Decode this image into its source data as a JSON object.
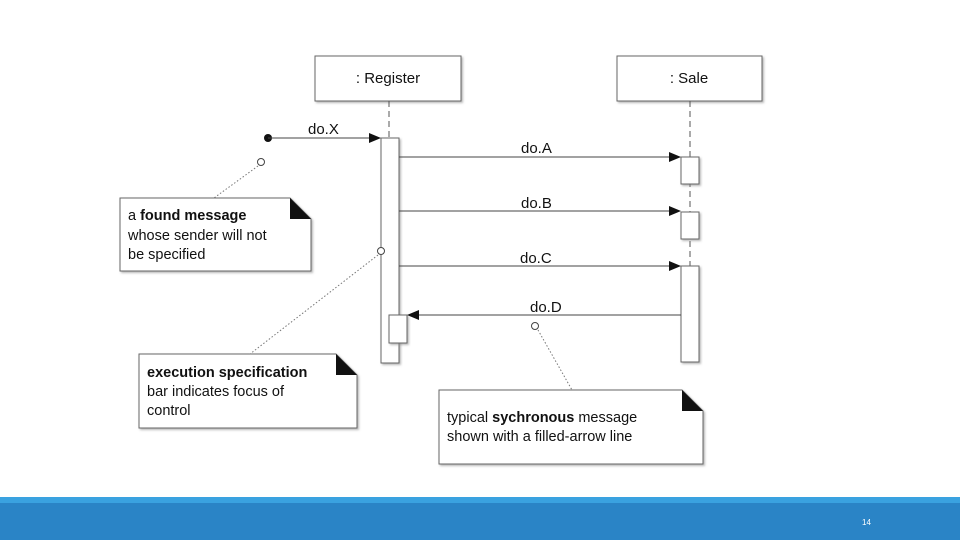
{
  "lifelines": {
    "register": ": Register",
    "sale": ": Sale"
  },
  "messages": {
    "dox": "do.X",
    "doa": "do.A",
    "dob": "do.B",
    "doc": "do.C",
    "dod": "do.D"
  },
  "notes": {
    "found": {
      "pre": "a ",
      "bold": "found message",
      "line2": "whose sender will not",
      "line3": "be specified"
    },
    "execution": {
      "bold": "execution specification",
      "line2": "bar indicates focus of",
      "line3": "control"
    },
    "synchronous": {
      "pre": "typical ",
      "bold": "sychronous",
      "post": " message",
      "line2": "shown with a filled-arrow line"
    }
  },
  "footer": {
    "page_number": "14"
  }
}
